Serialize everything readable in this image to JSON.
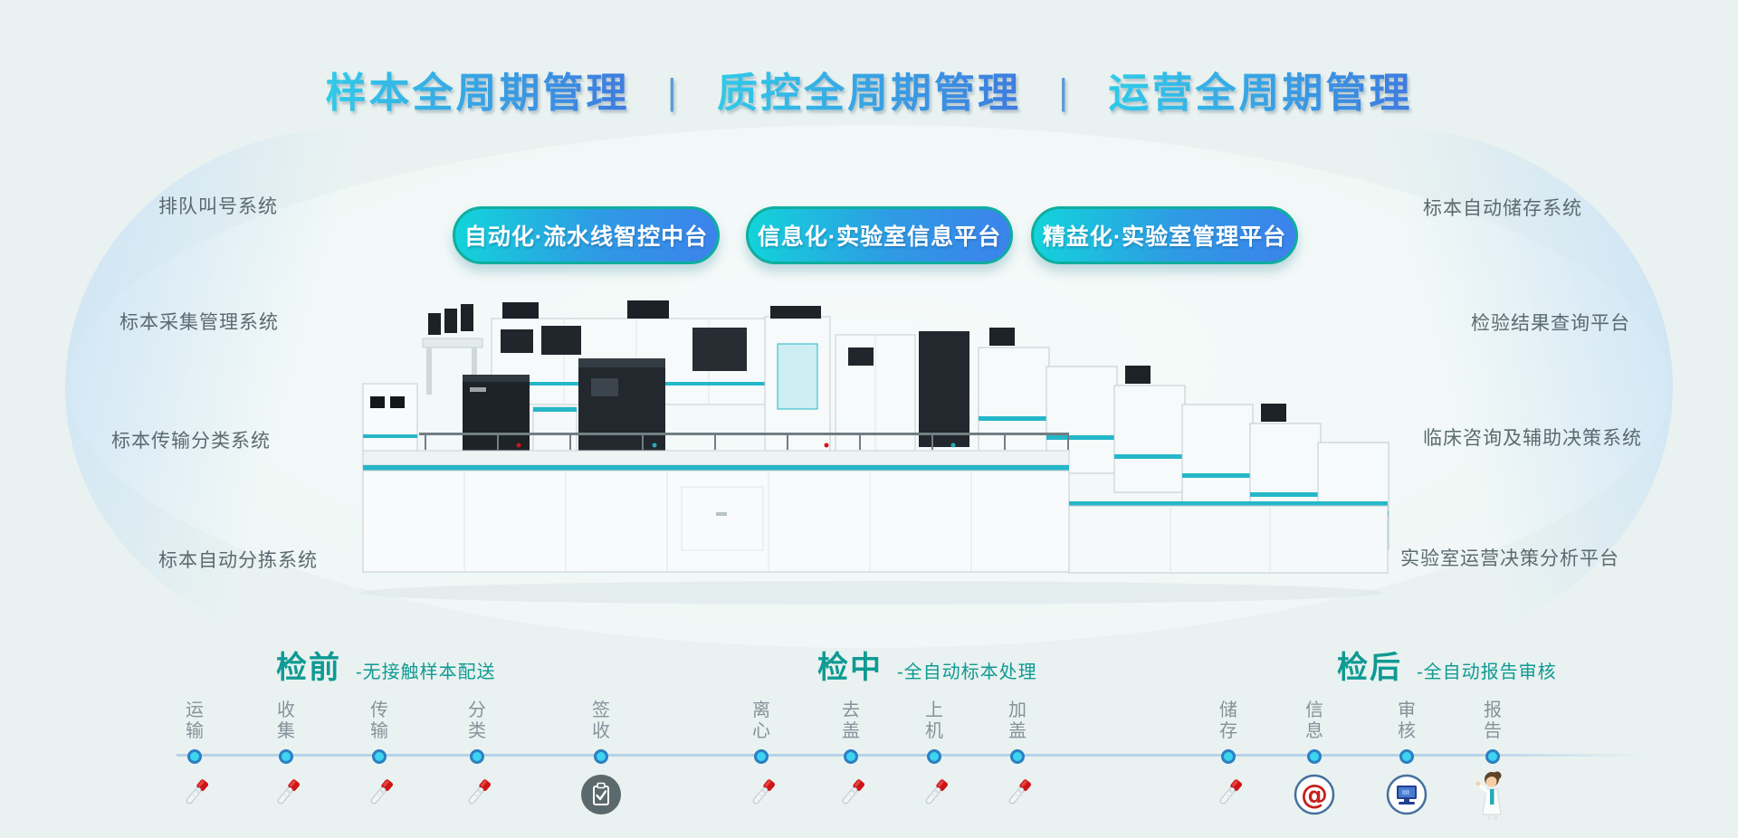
{
  "title": {
    "segments": [
      "样本全周期管理",
      "质控全周期管理",
      "运营全周期管理"
    ],
    "divider": "|"
  },
  "platform_buttons": [
    {
      "label": "自动化·流水线智控中台"
    },
    {
      "label": "信息化·实验室信息平台"
    },
    {
      "label": "精益化·实验室管理平台"
    }
  ],
  "left_systems": [
    "排队叫号系统",
    "标本采集管理系统",
    "标本传输分类系统",
    "标本自动分拣系统"
  ],
  "right_systems": [
    "标本自动储存系统",
    "检验结果查询平台",
    "临床咨询及辅助决策系统",
    "实验室运营决策分析平台"
  ],
  "phases": [
    {
      "name": "检前",
      "subtitle": "-无接触样本配送"
    },
    {
      "name": "检中",
      "subtitle": "-全自动标本处理"
    },
    {
      "name": "检后",
      "subtitle": "-全自动报告审核"
    }
  ],
  "timeline": {
    "steps": [
      {
        "label": "运输",
        "icon": "test-tube"
      },
      {
        "label": "收集",
        "icon": "test-tube"
      },
      {
        "label": "传输",
        "icon": "test-tube"
      },
      {
        "label": "分类",
        "icon": "test-tube"
      },
      {
        "label": "签收",
        "icon": "clipboard"
      },
      {
        "label": "离心",
        "icon": "test-tube"
      },
      {
        "label": "去盖",
        "icon": "test-tube"
      },
      {
        "label": "上机",
        "icon": "test-tube"
      },
      {
        "label": "加盖",
        "icon": "test-tube"
      },
      {
        "label": "储存",
        "icon": "test-tube"
      },
      {
        "label": "信息",
        "icon": "at-symbol"
      },
      {
        "label": "审核",
        "icon": "computer"
      },
      {
        "label": "报告",
        "icon": "nurse"
      }
    ]
  },
  "colors": {
    "background": "#e9f2f0",
    "title_gradient_start": "#30cbe9",
    "title_gradient_end": "#3f7bdf",
    "pill_gradient_start": "#12d4da",
    "pill_gradient_end": "#3c82ec",
    "pill_border": "#0fae9e",
    "phase_teal": "#0f9a93",
    "system_label_gray": "#5b6a70",
    "timeline_line": "#b7d2e8",
    "timeline_dot_fill": "#3ed3f1",
    "timeline_dot_ring": "#2b7fc2",
    "tube_cap_red": "#cf1418",
    "machine_accent_teal": "#25b7c8"
  }
}
